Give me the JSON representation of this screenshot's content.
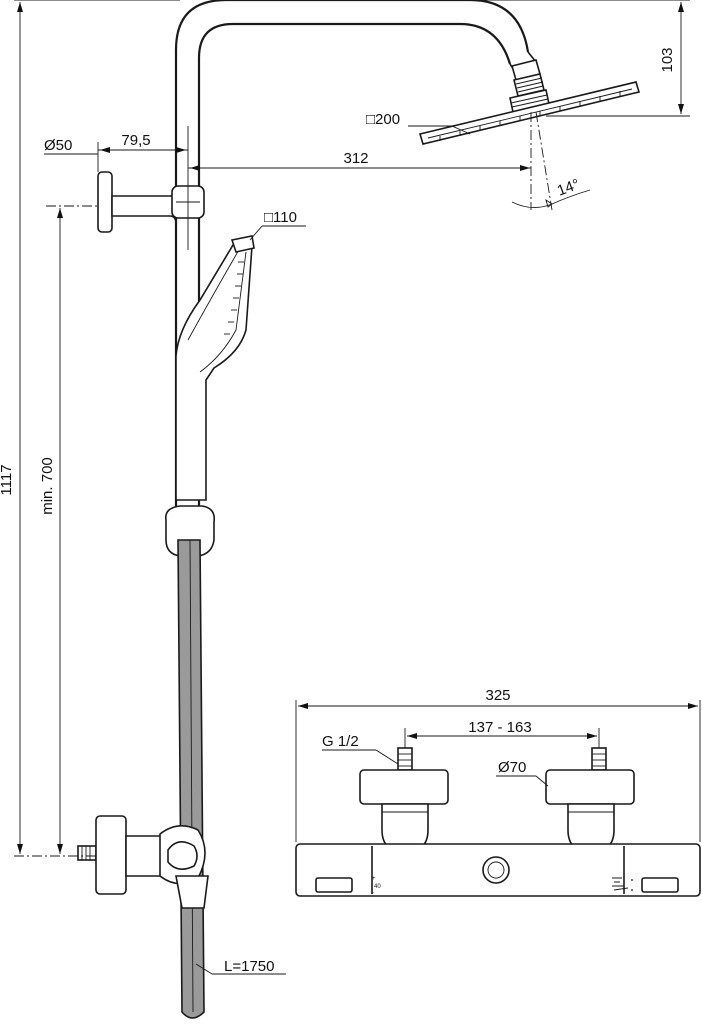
{
  "dimensions": {
    "head_drop": "103",
    "head_size": "□200",
    "arm_length": "312",
    "tilt_angle": "14°",
    "wall_bracket_diameter": "Ø50",
    "bracket_offset": "79,5",
    "hand_shower_size": "□110",
    "total_height": "1117",
    "min_height": "min. 700",
    "hose_length": "L=1750",
    "mixer_width": "325",
    "inlet_spacing": "137 - 163",
    "thread": "G 1/2",
    "rosette_diameter": "Ø70"
  },
  "mixer_markings": {
    "plus": "+",
    "temp": "40",
    "minus": "-"
  }
}
